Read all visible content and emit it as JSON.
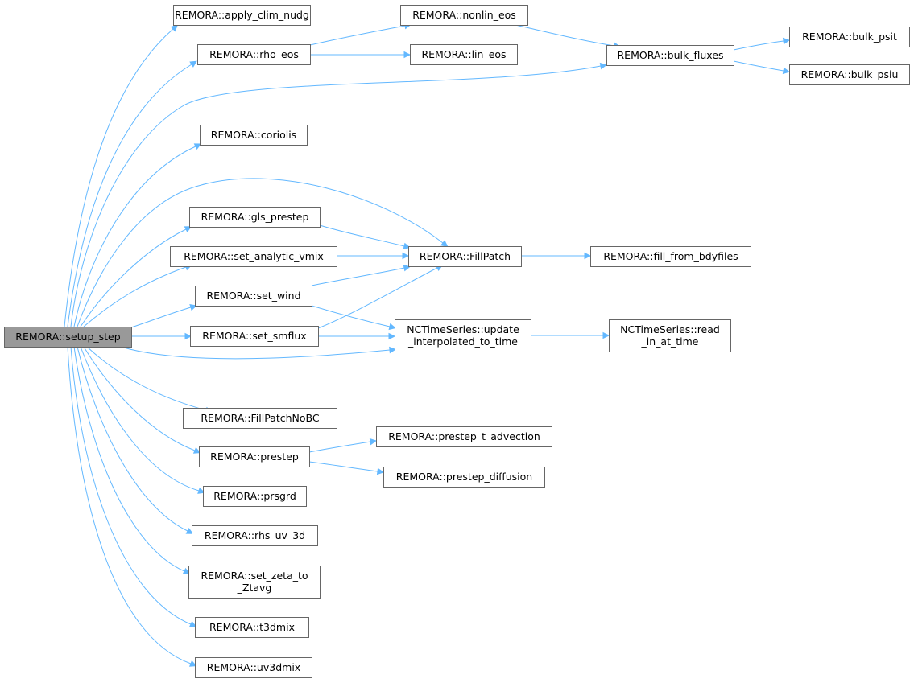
{
  "graph": {
    "root": "setup_step",
    "colors": {
      "edge": "#63b8ff",
      "root_fill": "#999999",
      "border": "#666666"
    },
    "nodes": [
      {
        "id": "setup_step",
        "lines": [
          "REMORA::setup_step"
        ],
        "root": true
      },
      {
        "id": "apply_clim_nudg",
        "lines": [
          "REMORA::apply_clim_nudg"
        ]
      },
      {
        "id": "rho_eos",
        "lines": [
          "REMORA::rho_eos"
        ]
      },
      {
        "id": "nonlin_eos",
        "lines": [
          "REMORA::nonlin_eos"
        ]
      },
      {
        "id": "lin_eos",
        "lines": [
          "REMORA::lin_eos"
        ]
      },
      {
        "id": "bulk_fluxes",
        "lines": [
          "REMORA::bulk_fluxes"
        ]
      },
      {
        "id": "bulk_psit",
        "lines": [
          "REMORA::bulk_psit"
        ]
      },
      {
        "id": "bulk_psiu",
        "lines": [
          "REMORA::bulk_psiu"
        ]
      },
      {
        "id": "coriolis",
        "lines": [
          "REMORA::coriolis"
        ]
      },
      {
        "id": "gls_prestep",
        "lines": [
          "REMORA::gls_prestep"
        ]
      },
      {
        "id": "set_analytic_vmix",
        "lines": [
          "REMORA::set_analytic_vmix"
        ]
      },
      {
        "id": "FillPatch",
        "lines": [
          "REMORA::FillPatch"
        ]
      },
      {
        "id": "fill_from_bdyfiles",
        "lines": [
          "REMORA::fill_from_bdyfiles"
        ]
      },
      {
        "id": "set_wind",
        "lines": [
          "REMORA::set_wind"
        ]
      },
      {
        "id": "set_smflux",
        "lines": [
          "REMORA::set_smflux"
        ]
      },
      {
        "id": "update_interp",
        "lines": [
          "NCTimeSeries::update",
          "_interpolated_to_time"
        ]
      },
      {
        "id": "read_in_at_time",
        "lines": [
          "NCTimeSeries::read",
          "_in_at_time"
        ]
      },
      {
        "id": "FillPatchNoBC",
        "lines": [
          "REMORA::FillPatchNoBC"
        ]
      },
      {
        "id": "prestep",
        "lines": [
          "REMORA::prestep"
        ]
      },
      {
        "id": "prestep_t_advection",
        "lines": [
          "REMORA::prestep_t_advection"
        ]
      },
      {
        "id": "prestep_diffusion",
        "lines": [
          "REMORA::prestep_diffusion"
        ]
      },
      {
        "id": "prsgrd",
        "lines": [
          "REMORA::prsgrd"
        ]
      },
      {
        "id": "rhs_uv_3d",
        "lines": [
          "REMORA::rhs_uv_3d"
        ]
      },
      {
        "id": "set_zeta_to_Ztavg",
        "lines": [
          "REMORA::set_zeta_to",
          "_Ztavg"
        ]
      },
      {
        "id": "t3dmix",
        "lines": [
          "REMORA::t3dmix"
        ]
      },
      {
        "id": "uv3dmix",
        "lines": [
          "REMORA::uv3dmix"
        ]
      }
    ],
    "edges": [
      {
        "from": "setup_step",
        "to": "apply_clim_nudg"
      },
      {
        "from": "setup_step",
        "to": "rho_eos"
      },
      {
        "from": "setup_step",
        "to": "bulk_fluxes"
      },
      {
        "from": "setup_step",
        "to": "coriolis"
      },
      {
        "from": "setup_step",
        "to": "FillPatch"
      },
      {
        "from": "setup_step",
        "to": "gls_prestep"
      },
      {
        "from": "setup_step",
        "to": "set_analytic_vmix"
      },
      {
        "from": "setup_step",
        "to": "set_wind"
      },
      {
        "from": "setup_step",
        "to": "set_smflux"
      },
      {
        "from": "setup_step",
        "to": "update_interp"
      },
      {
        "from": "setup_step",
        "to": "FillPatchNoBC"
      },
      {
        "from": "setup_step",
        "to": "prestep"
      },
      {
        "from": "setup_step",
        "to": "prsgrd"
      },
      {
        "from": "setup_step",
        "to": "rhs_uv_3d"
      },
      {
        "from": "setup_step",
        "to": "set_zeta_to_Ztavg"
      },
      {
        "from": "setup_step",
        "to": "t3dmix"
      },
      {
        "from": "setup_step",
        "to": "uv3dmix"
      },
      {
        "from": "rho_eos",
        "to": "nonlin_eos"
      },
      {
        "from": "rho_eos",
        "to": "lin_eos"
      },
      {
        "from": "nonlin_eos",
        "to": "bulk_fluxes"
      },
      {
        "from": "bulk_fluxes",
        "to": "bulk_psit"
      },
      {
        "from": "bulk_fluxes",
        "to": "bulk_psiu"
      },
      {
        "from": "gls_prestep",
        "to": "FillPatch"
      },
      {
        "from": "set_analytic_vmix",
        "to": "FillPatch"
      },
      {
        "from": "set_wind",
        "to": "FillPatch"
      },
      {
        "from": "set_wind",
        "to": "update_interp"
      },
      {
        "from": "set_smflux",
        "to": "FillPatch"
      },
      {
        "from": "set_smflux",
        "to": "update_interp"
      },
      {
        "from": "FillPatch",
        "to": "fill_from_bdyfiles"
      },
      {
        "from": "update_interp",
        "to": "read_in_at_time"
      },
      {
        "from": "prestep",
        "to": "prestep_t_advection"
      },
      {
        "from": "prestep",
        "to": "prestep_diffusion"
      }
    ]
  }
}
